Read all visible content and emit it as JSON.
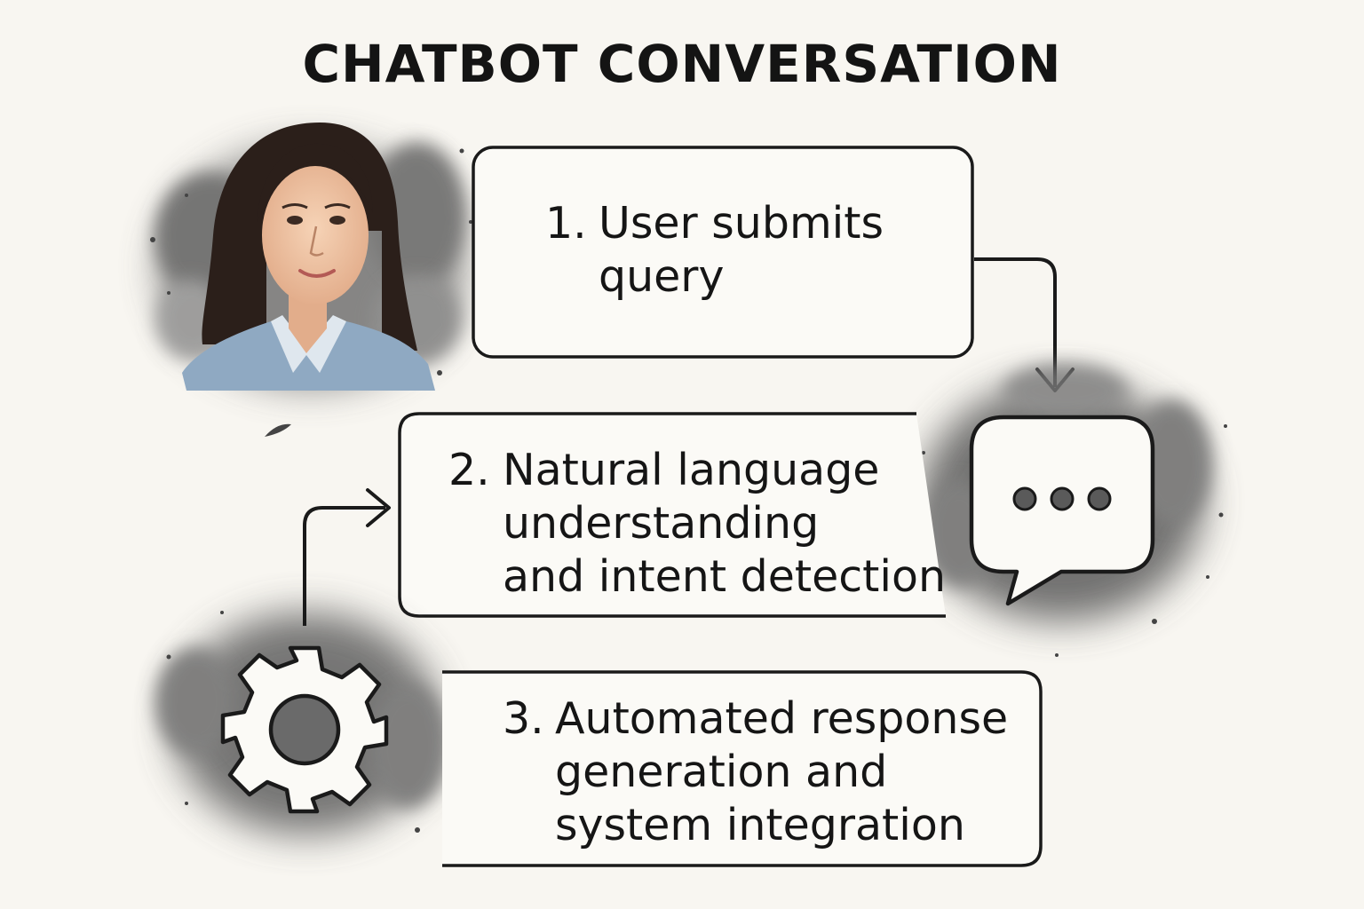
{
  "title": "CHATBOT CONVERSATION",
  "steps": [
    {
      "number": "1.",
      "label": "User submits\nquery"
    },
    {
      "number": "2.",
      "label": "Natural language\nunderstanding\nand intent detection"
    },
    {
      "number": "3.",
      "label": "Automated response\ngeneration and\nsystem integration"
    }
  ],
  "icons": {
    "user": "person-portrait-icon",
    "chat": "chat-bubble-ellipsis-icon",
    "gear": "gear-icon"
  },
  "colors": {
    "background": "#f8f6f1",
    "ink": "#151515",
    "shirt": "#8fa9c2",
    "skin": "#f0c9a8",
    "hair": "#2b1f1a"
  }
}
